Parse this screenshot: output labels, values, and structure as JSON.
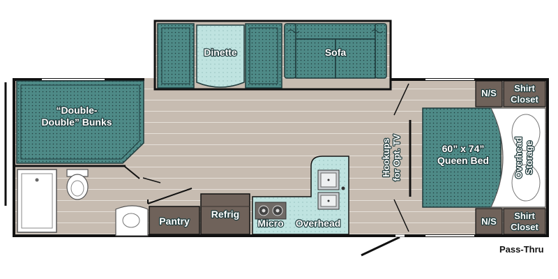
{
  "plan": {
    "colors": {
      "floor": "#c7bcb1",
      "floor_line": "#e6e0d9",
      "teal": "#4e8a87",
      "teal_dark": "#2f5e5c",
      "light_teal": "#bfe3e0",
      "gray_brown": "#6f625a",
      "wall": "#111111"
    },
    "labels": {
      "dinette": "Dinette",
      "sofa": "Sofa",
      "bunks_line1": "“Double-",
      "bunks_line2": "Double” Bunks",
      "pantry": "Pantry",
      "refrig": "Refrig",
      "micro": "Micro",
      "overhead": "Overhead",
      "hookups_line1": "Hookups",
      "hookups_line2": "for Opt. TV",
      "queen_line1": "60” x 74”",
      "queen_line2": "Queen Bed",
      "overhead_storage_line1": "Overhead",
      "overhead_storage_line2": "Storage",
      "ns_top": "N/S",
      "ns_bottom": "N/S",
      "shirt_top_line1": "Shirt",
      "shirt_top_line2": "Closet",
      "shirt_bottom_line1": "Shirt",
      "shirt_bottom_line2": "Closet",
      "pass_thru": "Pass-Thru"
    },
    "icons": [
      "dinette-icon",
      "sofa-icon",
      "bunk-bed-icon",
      "bathtub-icon",
      "toilet-icon",
      "sink-icon",
      "refrigerator-icon",
      "stove-icon",
      "queen-bed-icon",
      "door-icon"
    ]
  }
}
